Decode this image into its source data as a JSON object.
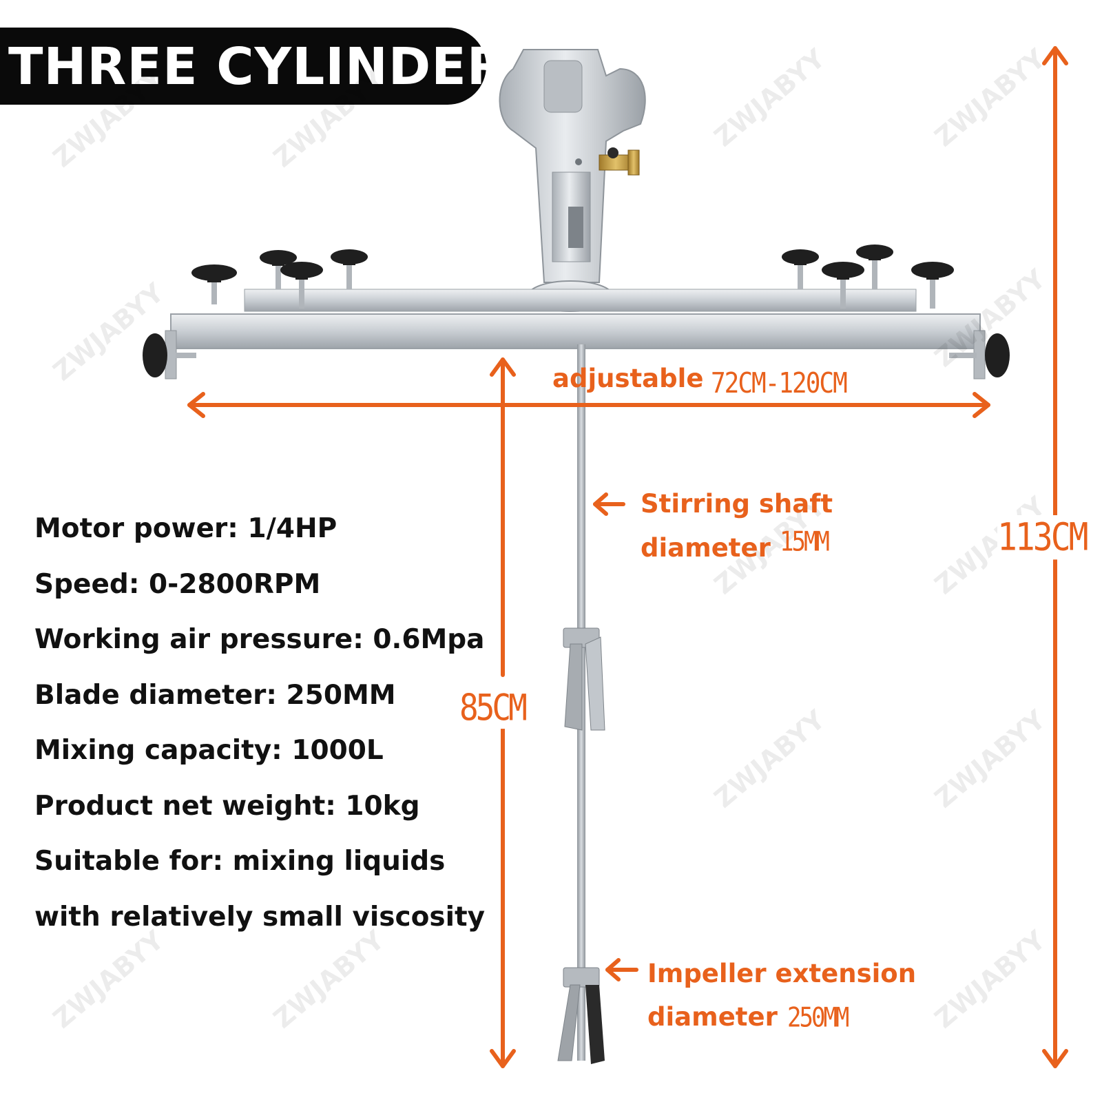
{
  "title": "THREE CYLINDER",
  "watermark": "ZWJABYY",
  "specs": [
    "Motor power: 1/4HP",
    "Speed: 0-2800RPM",
    "Working air pressure: 0.6Mpa",
    "Blade diameter: 250MM",
    "Mixing capacity: 1000L",
    "Product net weight: 10kg",
    "Suitable for: mixing liquids",
    "with relatively small viscosity"
  ],
  "dimensions": {
    "width_label": "adjustable",
    "width_value": "72CM-120CM",
    "total_height": "113CM",
    "shaft_length": "85CM",
    "shaft_label_line1": "Stirring shaft",
    "shaft_label_line2": "diameter",
    "shaft_diameter": "15MM",
    "impeller_label_line1": "Impeller extension",
    "impeller_label_line2": "diameter",
    "impeller_diameter": "250MM"
  },
  "colors": {
    "accent": "#e8611c",
    "title_bg": "#0a0a0a",
    "metal": "#c8cdd2",
    "knob": "#1f1f1f"
  }
}
